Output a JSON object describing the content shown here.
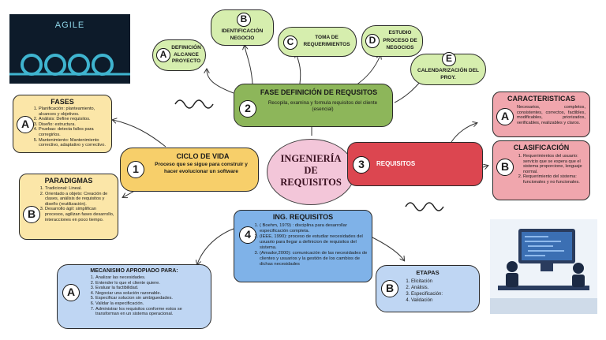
{
  "colors": {
    "center": "#f3c6d9",
    "green": "#d6eeae",
    "green_dark": "#8db65a",
    "yellow": "#fbe6a8",
    "yellow_bar": "#f7cf6a",
    "red": "#dc4650",
    "pink": "#f0a6ad",
    "blue": "#7fb2e8",
    "light_blue": "#bfd6f3"
  },
  "center": {
    "line1": "INGENIERÍA",
    "line2": "DE",
    "line3": "REQUISITOS"
  },
  "agile_image": {
    "label": "AGILE"
  },
  "fase": {
    "number": "2",
    "title": "FASE DEFINICIÓN DE REQUSITOS",
    "text": "Recopila, examina y formula requisitos del cliente (esencial)"
  },
  "fase_items": [
    {
      "letter": "A",
      "text": "DEFINICIÓN ALCANCE PROYECTO"
    },
    {
      "letter": "B",
      "text": "IDENTIFICACIÓN NEGOCIO"
    },
    {
      "letter": "C",
      "text": "TOMA DE REQUERIMIENTOS"
    },
    {
      "letter": "D",
      "text": "ESTUDIO PROCESO DE NEGOCIOS"
    },
    {
      "letter": "E",
      "text": "CALENDARIZACIÓN DEL PROY."
    }
  ],
  "ciclo": {
    "number": "1",
    "title": "CICLO DE VIDA",
    "text": "Proceso que se sigue para construir y hacer evolucionar un software"
  },
  "fases": {
    "letter": "A",
    "title": "FASES",
    "items": [
      "Planificación: planteamiento, alcances y objetivos.",
      "Análisis: Define requisitos.",
      "Diseño: estructura.",
      "Pruebas: detecta fallos para corregirlos.",
      "Mantenimiento: Mantenimiento correctivo, adaptativo y correctivo."
    ]
  },
  "paradigmas": {
    "letter": "B",
    "title": "PARADIGMAS",
    "items": [
      "Tradicional: Lineal.",
      "Orientado a objeto: Creación de clases, análisis de requisitos y diseño (reutilización).",
      "Desarrollo ágil: simplifican procesos, agilizan fases desarrollo, interacciones en poco tiempo."
    ]
  },
  "requisitos": {
    "number": "3",
    "title": "REQUISITOS"
  },
  "caracteristicas": {
    "letter": "A",
    "title": "CARACTERISTICAS",
    "text": "Necesarios, completos, consistentes, correctos, factibles, modificables, priorizados, verificables, realizables y claros."
  },
  "clasificacion": {
    "letter": "B",
    "title": "CLASIFICACIÓN",
    "items": [
      "Requerimientos del usuario: servicio que se espera que el sistema proporcione, lenguaje normal.",
      "Requerimiento del sistema: funcionales y no funcionales."
    ]
  },
  "ing": {
    "number": "4",
    "title": "ING. REQUISITOS",
    "items": [
      "( Boehm, 1979) : disciplina para desarrollar especificación completa.",
      "(IEEE, 1990): proceso de estudiar necesidades del usuario para llegar a definicion de requisitos del sistema.",
      "(Amador,2000): comunicación de las necesidades de clientes y usuarios y la gestión de los cambios de dichas necesidades"
    ]
  },
  "mecanismo": {
    "letter": "A",
    "title": "MECANISMO APROPIADO PARA:",
    "items": [
      "Analizar las necesidades.",
      "Entender lo que el cliente quiere.",
      "Evaluar la factibilidad.",
      "Negociar una solución razonable.",
      "Especificar solucion sin ambiguedades.",
      "Validar la especificación.",
      "Administrar los requisitos conforme estos se transforman en un sistema operacional."
    ]
  },
  "etapas": {
    "letter": "B",
    "title": "ETAPAS",
    "items": [
      "Elicitación",
      "Análisis.",
      "Especificación:",
      "Validación"
    ]
  }
}
